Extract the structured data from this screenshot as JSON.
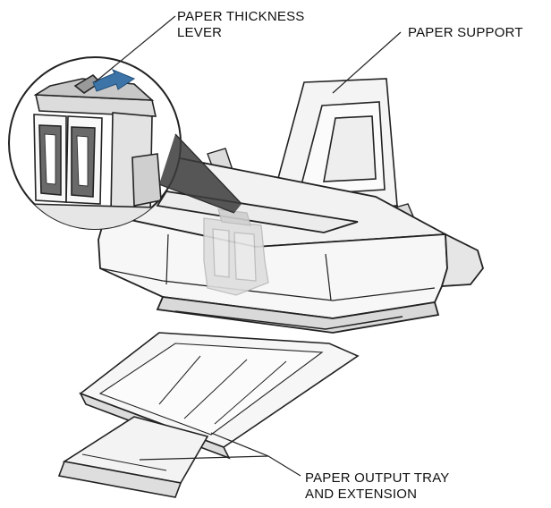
{
  "colors": {
    "outline": "#222222",
    "body_fill": "#f4f4f4",
    "shade": "#d6d6d6",
    "lever_arrow": "#3d74a8",
    "ghost": "#c9c9c9"
  },
  "labels": {
    "thickness": {
      "line1": "PAPER THICKNESS",
      "line2": "LEVER"
    },
    "support": "PAPER SUPPORT",
    "output": {
      "line1": "PAPER OUTPUT TRAY",
      "line2": "AND EXTENSION"
    }
  }
}
